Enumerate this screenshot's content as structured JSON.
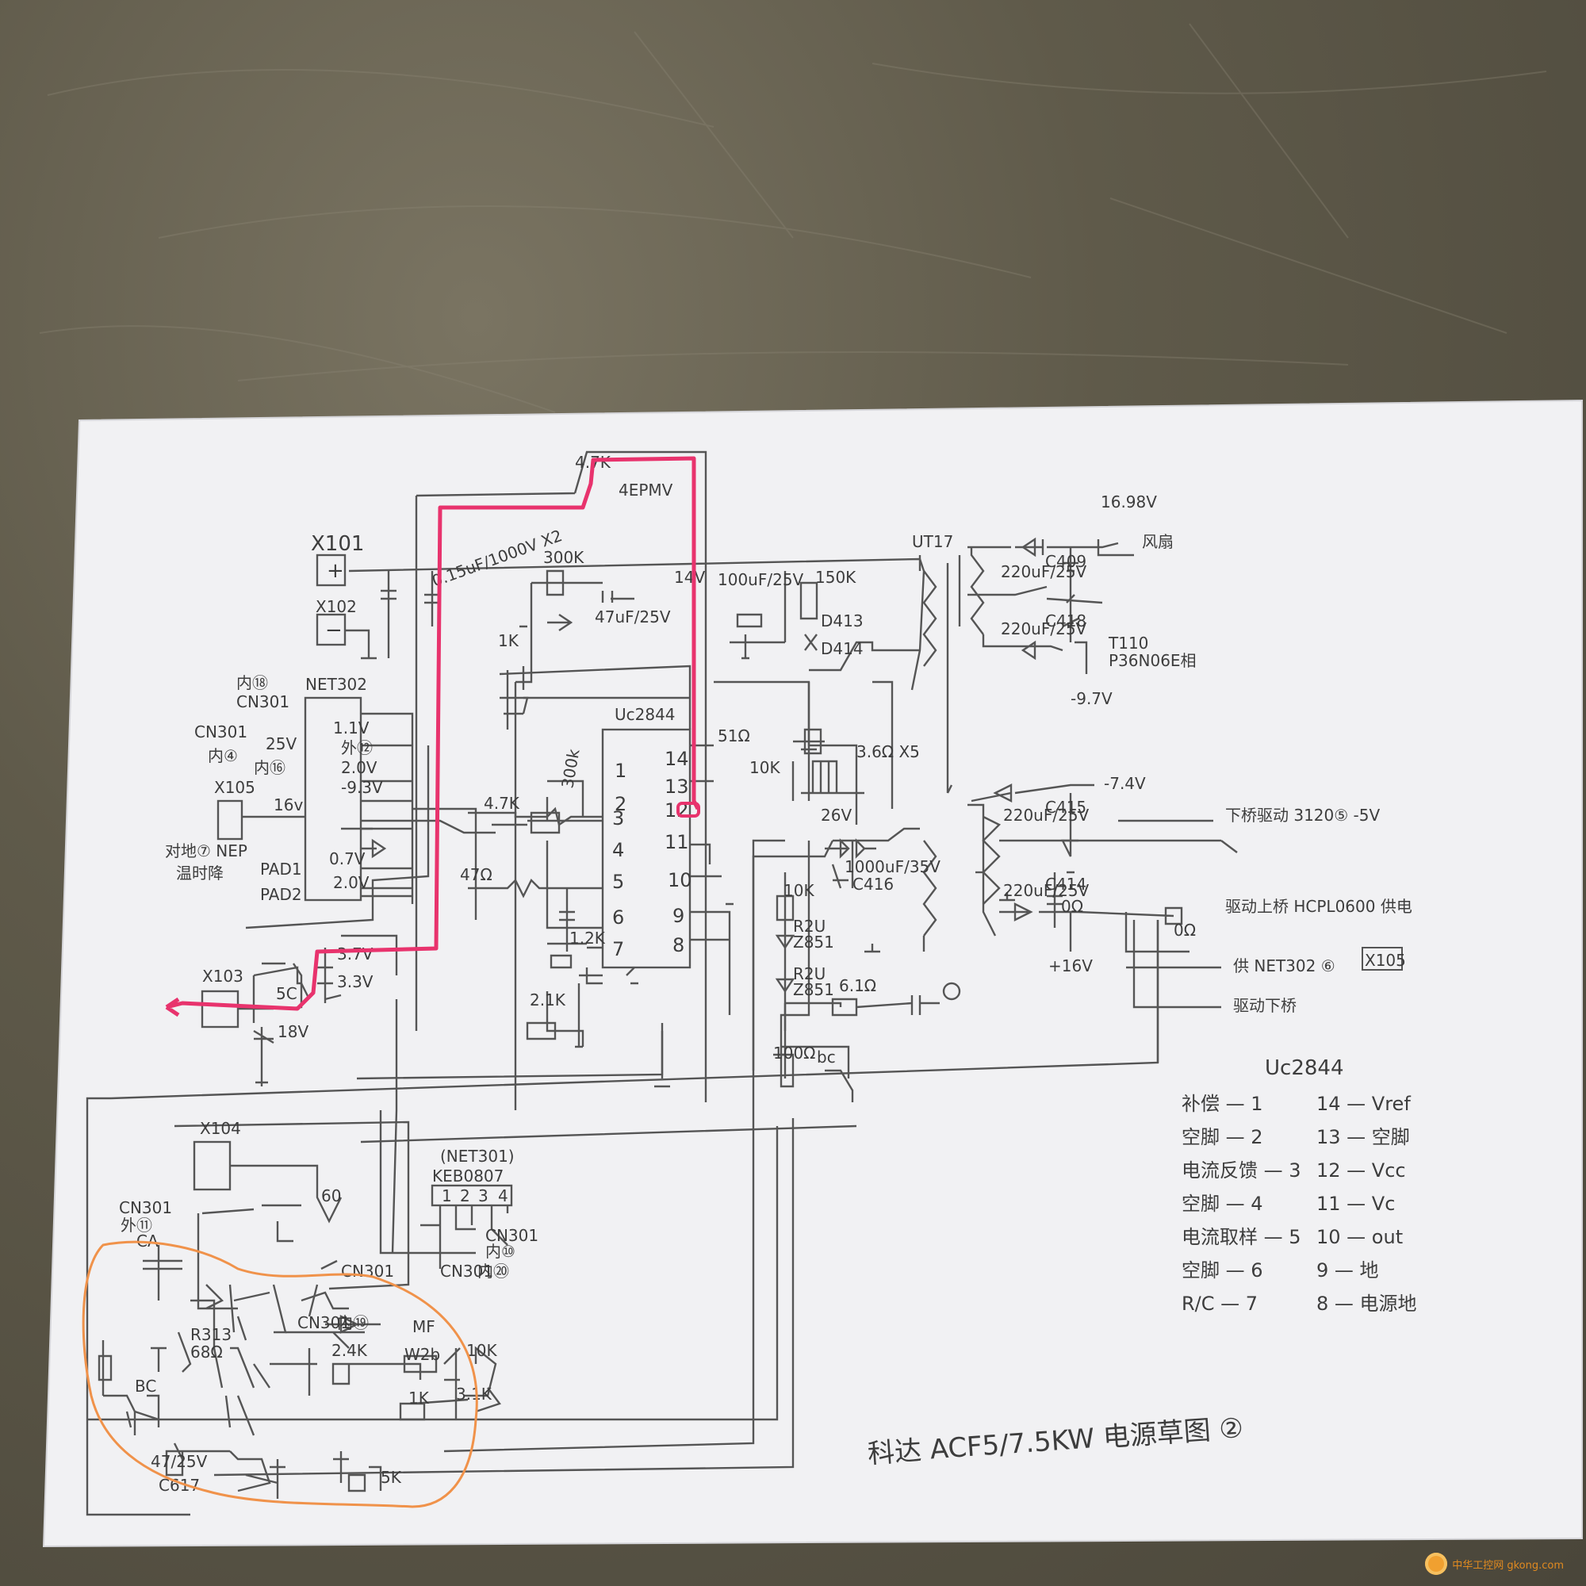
{
  "colors": {
    "paper": "#f3f3f4",
    "pencil": "#4a4a4a",
    "red_trace": "#e8336d",
    "orange_circle": "#f0924a"
  },
  "labels": {
    "x101": "X101",
    "x102": "X102",
    "x103": "X103",
    "x104": "X104",
    "x105": "X105",
    "plus": "+",
    "minus": "−",
    "net302": "NET302",
    "cn301_top": "CN301",
    "in18": "内⑱",
    "cn301_in": "CN301",
    "in4": "内④",
    "in16": "内⑯",
    "v11": "1.1V",
    "v25": "25V",
    "out12": "外⑫",
    "v20": "2.0V",
    "v93": "-9.3V",
    "v16": "16v",
    "pad1": "PAD1",
    "pad2": "PAD2",
    "v07": "0.7V",
    "v20b": "2.0V",
    "note_x105": "对地⑦ NEP",
    "note_x105b": "温时降",
    "cap_top": "0.15uF/1000V X2",
    "r300k": "300K",
    "r1k": "1K",
    "c47": "47uF/25V",
    "r4k7top": "4.7K",
    "fet": "4EPMV",
    "c100": "100uF/25V",
    "r150k": "150K",
    "d413": "D413",
    "d414": "D414",
    "v14": "14V",
    "ic_top": "Uc2844",
    "p1": "1",
    "p2": "2",
    "p3": "3",
    "p4": "4",
    "p5": "5",
    "p6": "6",
    "p7": "7",
    "p14": "14",
    "p13": "13",
    "p12": "12",
    "p11": "11",
    "p10": "10",
    "p9": "9",
    "p8": "8",
    "r4k7": "4.7K",
    "r47": "47Ω",
    "r300k2": "300k",
    "r12k": "1.2K",
    "r21k": "2.1K",
    "r3r6": "3.6Ω X5",
    "r51": "51Ω",
    "r10k": "10K",
    "v26": "26V",
    "c1000": "1000uF/35V",
    "c416": "C416",
    "r10k2": "10K",
    "r2u1": "R2U",
    "z851a": "Z851",
    "r2u2": "R2U",
    "z851b": "Z851",
    "r61": "6.1Ω",
    "r100": "100Ω",
    "bc": "bc",
    "v56": "5C",
    "v35": "3.7V",
    "v33": "3.3V",
    "v18": "18V",
    "ut": "UT17",
    "v1698": "16.98V",
    "fan": "风扇",
    "c409": "C409",
    "c418": "C418",
    "c22a": "220uF/25V",
    "c22b": "220uF/25V",
    "t110": "T110",
    "p3n": "P36N06E相",
    "vm97": "-9.7V",
    "vm74": "-7.4V",
    "c415": "C415",
    "c414": "C414",
    "c22c": "220uF/25V",
    "c22d": "220uF/25V",
    "r0r": "0Ω",
    "r0r2": "0Ω",
    "out1": "下桥驱动 3120⑤ -5V",
    "out2": "驱动上桥 HCPL0600 供电",
    "out3": "供 NET302 ⑥",
    "x105box": "X105",
    "out4": "驱动下桥",
    "v16b": "+16V",
    "net301": "(NET301)",
    "keb": "KEB0807",
    "k1": "1",
    "k2": "2",
    "k3": "3",
    "k4": "4",
    "cn301a": "CN301",
    "out11": "外⑪",
    "cn301b": "CN301",
    "cn301c": "CN301",
    "in20": "内⑳",
    "cn301d": "CN301",
    "in19": "内⑲",
    "cn301e": "CN301",
    "in10": "内⑩",
    "ca": "CA",
    "c313": "R313",
    "r68": "68Ω",
    "c47b": "47/25V",
    "c617": "C617",
    "r2k4": "2.4K",
    "r1kb": "1K",
    "r10kb": "10K",
    "r3k": "3.1K",
    "r5k": "5K",
    "w2b": "W2b",
    "mf": "MF",
    "v60": "60",
    "bc2": "BC",
    "title": "科达 ACF5/7.5KW 电源草图 ②"
  },
  "uc_legend": {
    "title": "Uc2844",
    "rows": [
      {
        "left": "补偿 — 1",
        "right": "14 — Vref"
      },
      {
        "left": "空脚 — 2",
        "right": "13 — 空脚"
      },
      {
        "left": "电流反馈 — 3",
        "right": "12 — Vcc"
      },
      {
        "left": "空脚 — 4",
        "right": "11 — Vc"
      },
      {
        "left": "电流取样 — 5",
        "right": "10 — out"
      },
      {
        "left": "空脚 — 6",
        "right": "9 — 地"
      },
      {
        "left": "R/C — 7",
        "right": "8 — 电源地"
      }
    ]
  },
  "watermark": "中华工控网 gkong.com"
}
